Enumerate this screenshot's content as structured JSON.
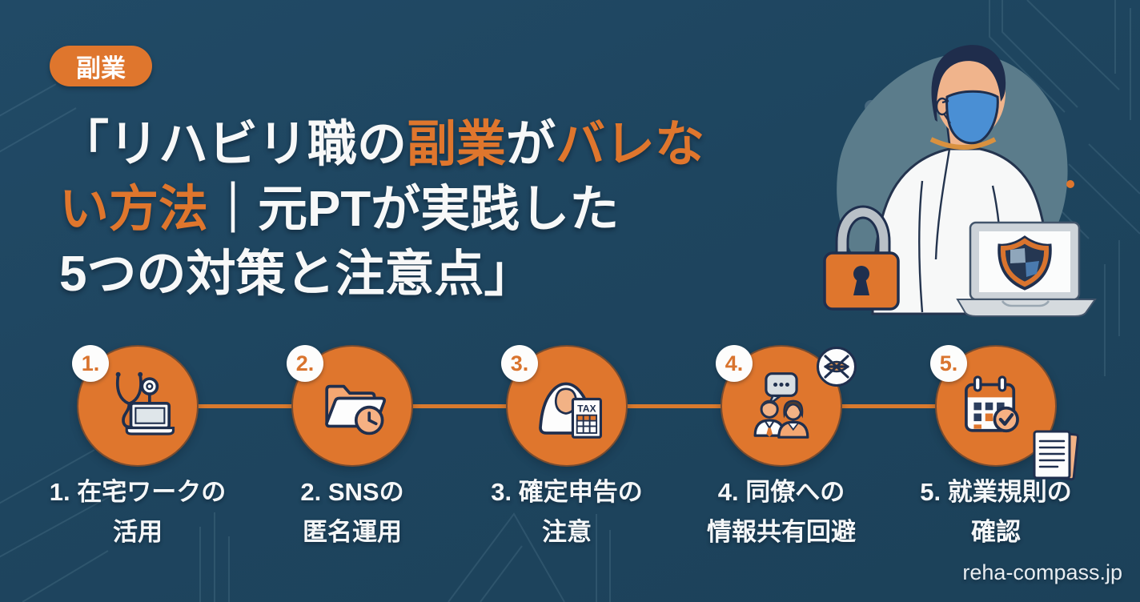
{
  "colors": {
    "background": "#1e455f",
    "accent_orange": "#df762d",
    "text_white": "#f7f8f8",
    "outline_navy": "#1f2f4e",
    "mask_blue": "#4a8fd4",
    "blob_slate": "#5b7c8b"
  },
  "badge": {
    "label": "副業"
  },
  "title": {
    "full_text": "「リハビリ職の副業がバレない方法｜元PTが実践した5つの対策と注意点」",
    "line1": [
      {
        "text": "「リハビリ職の",
        "color": "white"
      },
      {
        "text": "副業",
        "color": "orange"
      },
      {
        "text": "が",
        "color": "white"
      },
      {
        "text": "バレな",
        "color": "orange"
      }
    ],
    "line2": [
      {
        "text": "い方法",
        "color": "orange"
      },
      {
        "text": "｜元PTが実践した",
        "color": "white"
      }
    ],
    "line3": [
      {
        "text": "5つの対策と注意点」",
        "color": "white"
      }
    ]
  },
  "hero": {
    "icons": [
      "masked-person-illustration",
      "padlock-icon",
      "laptop-shield-icon"
    ]
  },
  "steps": [
    {
      "number": "1.",
      "icon": "stethoscope-laptop-icon",
      "label_line1": "1. 在宅ワークの",
      "label_line2": "活用"
    },
    {
      "number": "2.",
      "icon": "folder-clock-icon",
      "label_line1": "2. SNSの",
      "label_line2": "匿名運用"
    },
    {
      "number": "3.",
      "icon": "anonymous-person-tax-icon",
      "icon_text": "TAX",
      "label_line1": "3. 確定申告の",
      "label_line2": "注意"
    },
    {
      "number": "4.",
      "icon": "colleagues-no-chat-icon",
      "label_line1": "4. 同僚への",
      "label_line2": "情報共有回避"
    },
    {
      "number": "5.",
      "icon": "calendar-check-documents-icon",
      "label_line1": "5. 就業規則の",
      "label_line2": "確認"
    }
  ],
  "footer": {
    "site_url": "reha-compass.jp"
  }
}
